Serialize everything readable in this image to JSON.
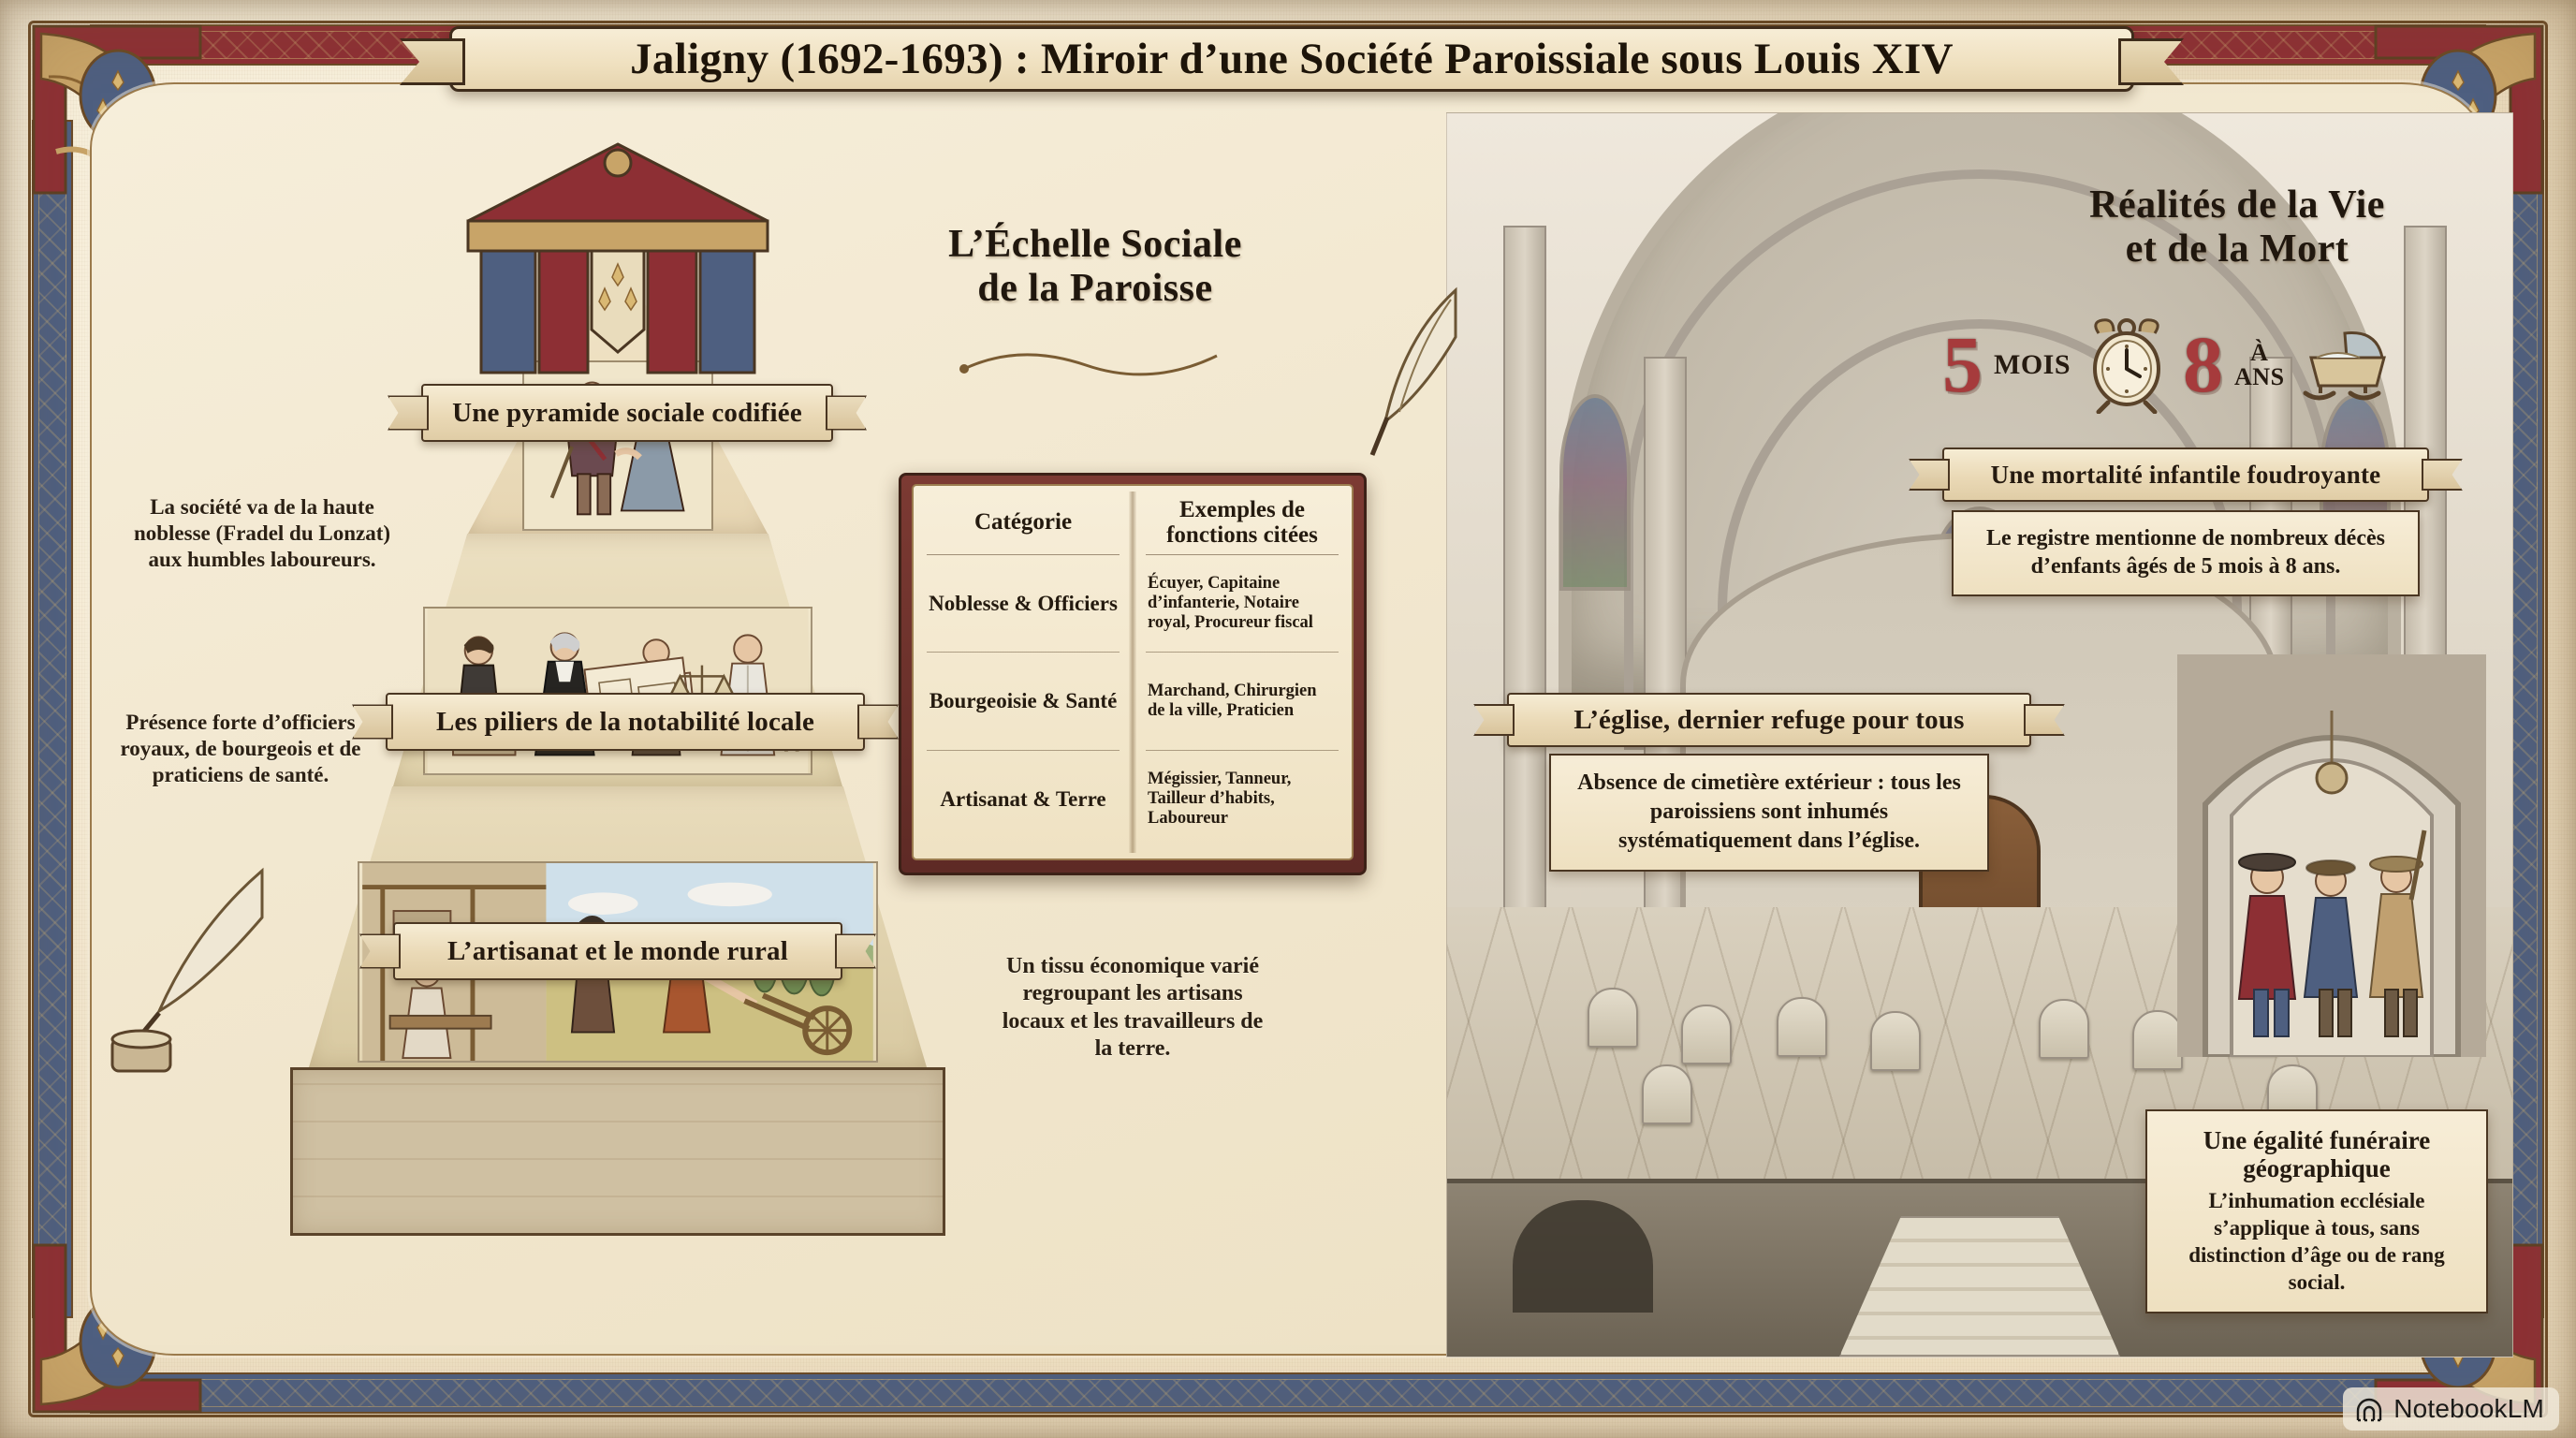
{
  "meta": {
    "watermark": "NotebookLM",
    "watermark_icon": "notebooklm-logo-icon"
  },
  "title": {
    "text": "Jaligny (1692-1693) : Miroir d’une Société Paroissiale sous Louis XIV"
  },
  "left_panel": {
    "heading_line1": "L’Échelle Sociale",
    "heading_line2": "de la Paroisse",
    "banners": [
      {
        "label": "Une pyramide sociale codifiée"
      },
      {
        "label": "Les piliers de la notabilité locale"
      },
      {
        "label": "L’artisanat et le monde rural"
      }
    ],
    "annotations": [
      {
        "text": "La société va de la haute noblesse (Fradel du Lonzat) aux humbles laboureurs."
      },
      {
        "text": "Présence forte d’officiers royaux, de bourgeois et de praticiens de santé."
      },
      {
        "text": "Un tissu économique varié regroupant les artisans locaux et les travailleurs de la terre."
      }
    ]
  },
  "book_table": {
    "type": "table",
    "columns": [
      "Catégorie",
      "Exemples de fonctions citées"
    ],
    "rows": [
      [
        "Noblesse & Officiers",
        "Écuyer, Capitaine d’infanterie, Notaire royal, Procureur fiscal"
      ],
      [
        "Bourgeoisie & Santé",
        "Marchand, Chirurgien de la ville, Praticien"
      ],
      [
        "Artisanat & Terre",
        "Mégissier, Tanneur, Tailleur d’habits, Laboureur"
      ]
    ]
  },
  "right_panel": {
    "heading_line1": "Réalités de la Vie",
    "heading_line2": "et de la Mort",
    "stats": [
      {
        "number": "5",
        "unit": "MOIS",
        "icon": "alarm-clock-icon"
      },
      {
        "number": "8",
        "unit_line1": "À",
        "unit_line2": "ANS",
        "icon": "cradle-icon"
      }
    ],
    "mortality_banner": "Une mortalité infantile foudroyante",
    "mortality_text": "Le registre mentionne de nombreux décès d’enfants âgés de 5 mois à 8 ans.",
    "church_banner": "L’église, dernier refuge pour tous",
    "church_text": "Absence de cimetière extérieur : tous les paroissiens sont inhumés systématiquement dans l’église.",
    "equality_card": {
      "heading_line1": "Une égalité funéraire",
      "heading_line2": "géographique",
      "body": "L’inhumation ecclésiale s’applique à tous, sans distinction d’âge ou de rang social."
    }
  },
  "colors": {
    "parchment": "#f1e6cd",
    "ink": "#231a10",
    "frame_gold": "#c8a468",
    "frame_red": "#8d2f34",
    "frame_blue": "#4e5f80",
    "accent_red": "#a63b3c"
  }
}
